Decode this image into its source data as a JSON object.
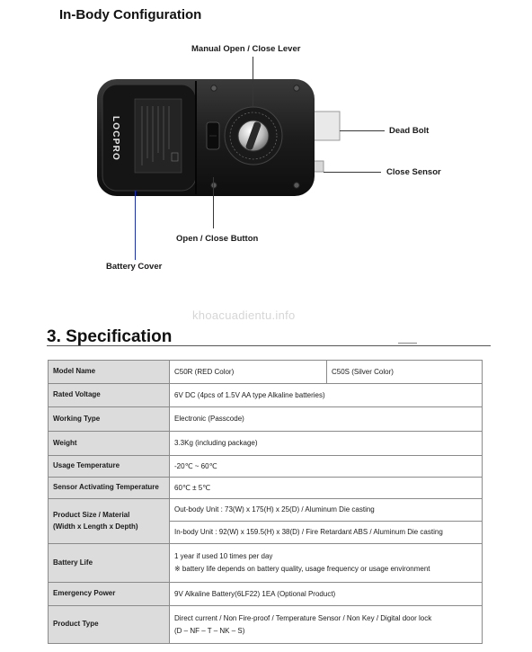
{
  "header": {
    "title": "In-Body Configuration"
  },
  "diagram": {
    "brand_logo": "LOCPRO",
    "callouts": {
      "manual_lever": "Manual Open / Close Lever",
      "dead_bolt": "Dead Bolt",
      "close_sensor": "Close Sensor",
      "open_close_button": "Open / Close Button",
      "battery_cover": "Battery Cover"
    },
    "colors": {
      "callout_line": "#1a2fb0",
      "device_body": "#1c1c1c"
    }
  },
  "watermark": "khoacuadientu.info",
  "spec": {
    "title": "3. Specification",
    "rows": [
      {
        "label": "Model Name",
        "values": [
          "C50R (RED Color)",
          "C50S (Silver Color)"
        ]
      },
      {
        "label": "Rated Voltage",
        "values": [
          "6V DC (4pcs of 1.5V AA type Alkaline batteries)"
        ]
      },
      {
        "label": "Working Type",
        "values": [
          "Electronic (Passcode)"
        ]
      },
      {
        "label": "Weight",
        "values": [
          "3.3Kg (including package)"
        ]
      },
      {
        "label": "Usage Temperature",
        "values": [
          "-20℃ ~ 60℃"
        ]
      },
      {
        "label": "Sensor Activating Temperature",
        "values": [
          "60℃ ± 5℃"
        ]
      },
      {
        "label": "Product Size / Material\n(Width x Length x Depth)",
        "values": [
          "Out-body Unit : 73(W) x 175(H) x 25(D) / Aluminum Die casting",
          "In-body Unit : 92(W) x 159.5(H) x 38(D) / Fire Retardant ABS / Aluminum Die casting"
        ]
      },
      {
        "label": "Battery Life",
        "values": [
          "1 year if used 10 times per day",
          "※ battery life depends on battery quality, usage frequency or usage environment"
        ]
      },
      {
        "label": "Emergency Power",
        "values": [
          "9V Alkaline Battery(6LF22) 1EA (Optional Product)"
        ]
      },
      {
        "label": "Product Type",
        "values": [
          "Direct current / Non Fire-proof / Temperature Sensor / Non Key / Digital door lock",
          "(D – NF – T – NK – S)"
        ]
      }
    ]
  }
}
